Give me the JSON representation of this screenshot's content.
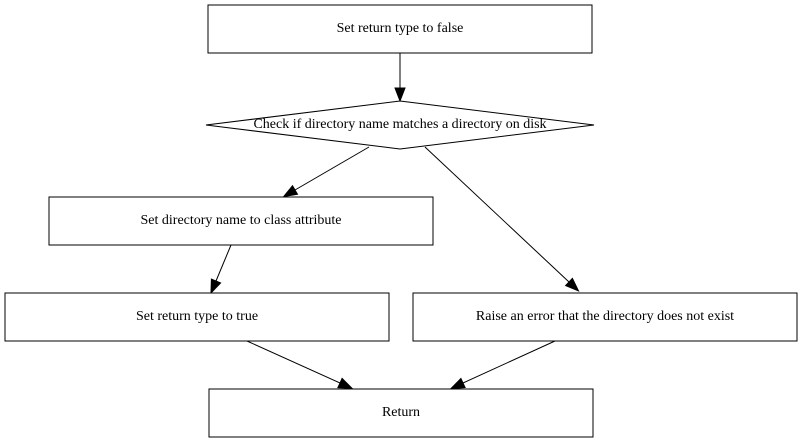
{
  "diagram": {
    "nodes": {
      "set_false": {
        "label": "Set return type to false",
        "shape": "rectangle"
      },
      "check_dir": {
        "label": "Check if directory name matches a directory on disk",
        "shape": "diamond"
      },
      "set_attr": {
        "label": "Set directory name to class attribute",
        "shape": "rectangle"
      },
      "set_true": {
        "label": "Set return type to true",
        "shape": "rectangle"
      },
      "raise_error": {
        "label": "Raise an error that the directory does not exist",
        "shape": "rectangle"
      },
      "return": {
        "label": "Return",
        "shape": "rectangle"
      }
    },
    "edges": [
      {
        "from": "set_false",
        "to": "check_dir"
      },
      {
        "from": "check_dir",
        "to": "set_attr"
      },
      {
        "from": "check_dir",
        "to": "raise_error"
      },
      {
        "from": "set_attr",
        "to": "set_true"
      },
      {
        "from": "set_true",
        "to": "return"
      },
      {
        "from": "raise_error",
        "to": "return"
      }
    ],
    "colors": {
      "stroke": "#000000",
      "fill": "#ffffff",
      "text": "#000000"
    }
  }
}
